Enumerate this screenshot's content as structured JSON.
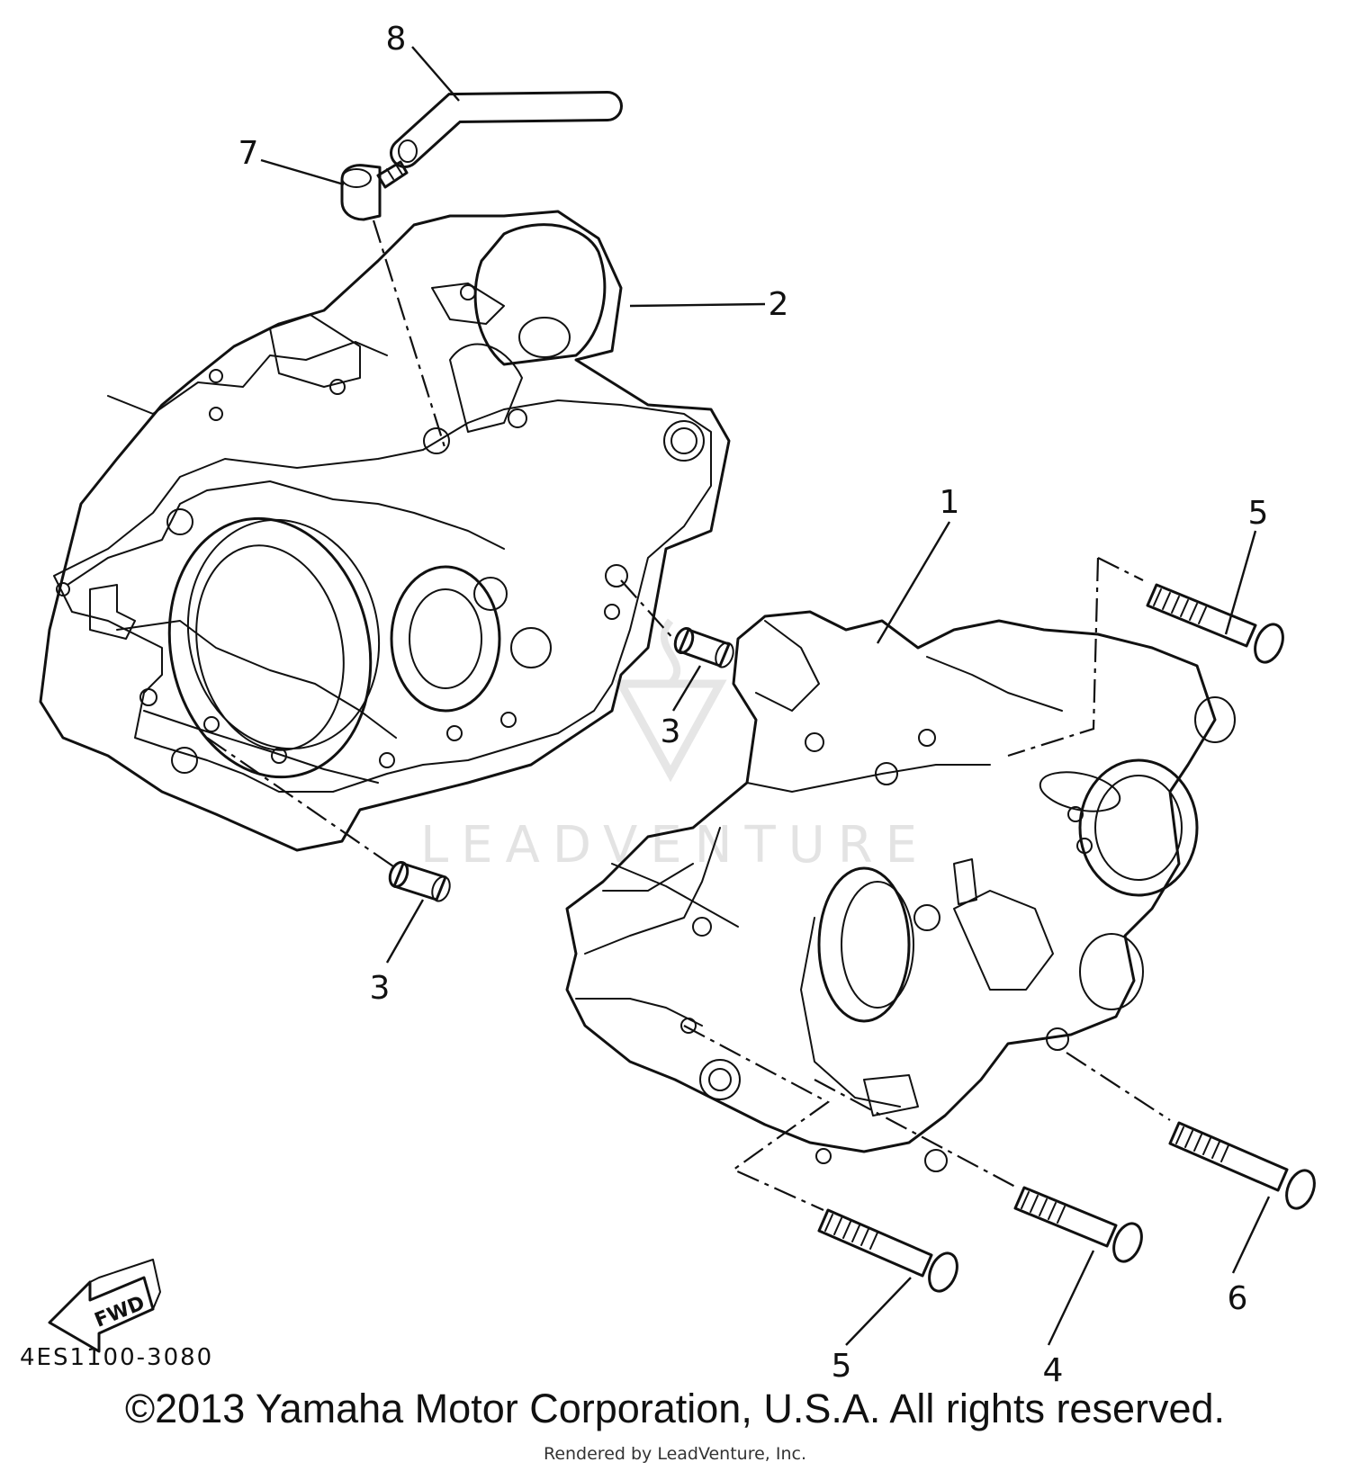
{
  "diagram": {
    "callouts": [
      "1",
      "2",
      "3",
      "3",
      "4",
      "5",
      "5",
      "6",
      "7",
      "8"
    ],
    "part_code": "4ES1100-3080",
    "fwd_label": "FWD",
    "watermark": "LEADVENTURE"
  },
  "footer": {
    "copyright": "©2013 Yamaha Motor Corporation, U.S.A. All rights reserved.",
    "rendered_by": "Rendered by LeadVenture, Inc."
  }
}
